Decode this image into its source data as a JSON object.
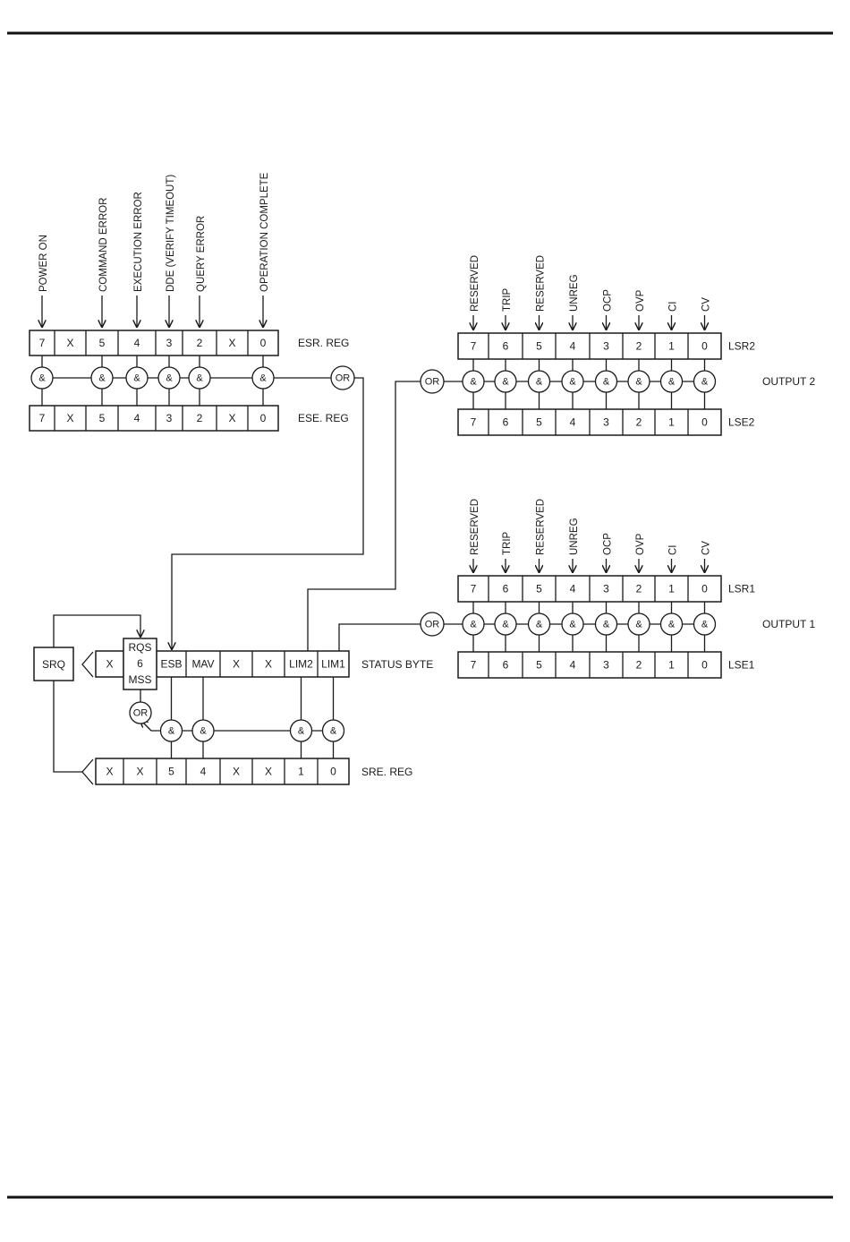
{
  "esr": {
    "inputs": [
      "POWER ON",
      "COMMAND ERROR",
      "EXECUTION ERROR",
      "DDE (VERIFY TIMEOUT)",
      "QUERY ERROR",
      "OPERATION COMPLETE"
    ],
    "reg_cells": [
      "7",
      "X",
      "5",
      "4",
      "3",
      "2",
      "X",
      "0"
    ],
    "reg_label": "ESR. REG",
    "and_symbol": "&",
    "or_label": "OR",
    "ese_cells": [
      "7",
      "X",
      "5",
      "4",
      "3",
      "2",
      "X",
      "0"
    ],
    "ese_label": "ESE. REG"
  },
  "output2": {
    "inputs": [
      "RESERVED",
      "TRIP",
      "RESERVED",
      "UNREG",
      "OCP",
      "OVP",
      "CI",
      "CV"
    ],
    "lsr_cells": [
      "7",
      "6",
      "5",
      "4",
      "3",
      "2",
      "1",
      "0"
    ],
    "lsr_label": "LSR2",
    "or_label": "OR",
    "and_symbol": "&",
    "title": "OUTPUT 2",
    "lse_cells": [
      "7",
      "6",
      "5",
      "4",
      "3",
      "2",
      "1",
      "0"
    ],
    "lse_label": "LSE2"
  },
  "output1": {
    "inputs": [
      "RESERVED",
      "TRIP",
      "RESERVED",
      "UNREG",
      "OCP",
      "OVP",
      "CI",
      "CV"
    ],
    "lsr_cells": [
      "7",
      "6",
      "5",
      "4",
      "3",
      "2",
      "1",
      "0"
    ],
    "lsr_label": "LSR1",
    "or_label": "OR",
    "and_symbol": "&",
    "title": "OUTPUT 1",
    "lse_cells": [
      "7",
      "6",
      "5",
      "4",
      "3",
      "2",
      "1",
      "0"
    ],
    "lse_label": "LSE1"
  },
  "status": {
    "srq_label": "SRQ",
    "stb_cells": [
      "X",
      "RQS\n6\nMSS",
      "ESB",
      "MAV",
      "X",
      "X",
      "LIM2",
      "LIM1"
    ],
    "stb_label": "STATUS BYTE",
    "or_label": "OR",
    "and_symbol": "&",
    "sre_cells": [
      "X",
      "X",
      "5",
      "4",
      "X",
      "X",
      "1",
      "0"
    ],
    "sre_label": "SRE. REG"
  }
}
